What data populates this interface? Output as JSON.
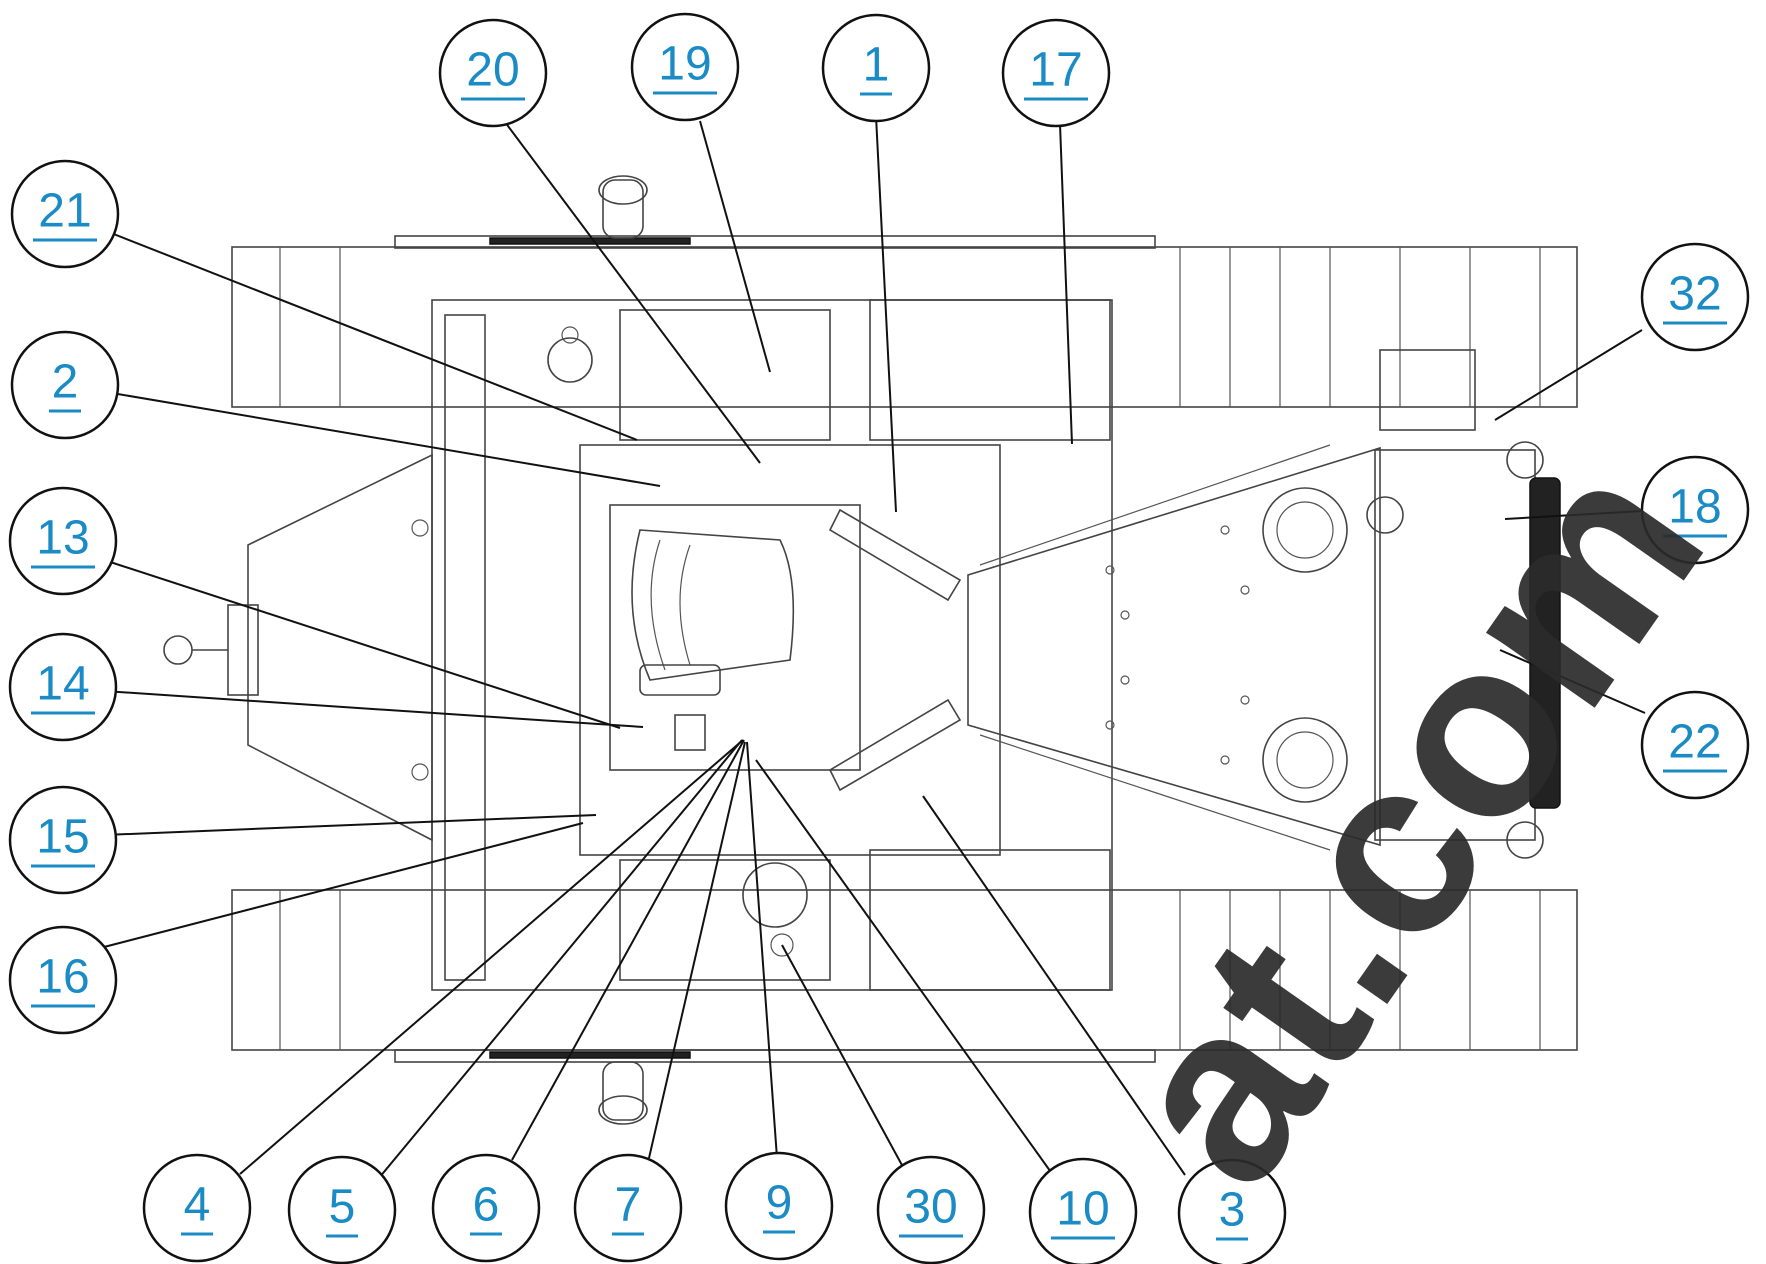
{
  "callouts": [
    {
      "id": "20",
      "label": "20"
    },
    {
      "id": "19",
      "label": "19"
    },
    {
      "id": "1",
      "label": "1"
    },
    {
      "id": "17",
      "label": "17"
    },
    {
      "id": "21",
      "label": "21"
    },
    {
      "id": "2",
      "label": "2"
    },
    {
      "id": "32",
      "label": "32"
    },
    {
      "id": "13",
      "label": "13"
    },
    {
      "id": "18",
      "label": "18"
    },
    {
      "id": "14",
      "label": "14"
    },
    {
      "id": "22",
      "label": "22"
    },
    {
      "id": "15",
      "label": "15"
    },
    {
      "id": "16",
      "label": "16"
    },
    {
      "id": "4",
      "label": "4"
    },
    {
      "id": "5",
      "label": "5"
    },
    {
      "id": "6",
      "label": "6"
    },
    {
      "id": "7",
      "label": "7"
    },
    {
      "id": "9",
      "label": "9"
    },
    {
      "id": "30",
      "label": "30"
    },
    {
      "id": "10",
      "label": "10"
    },
    {
      "id": "3",
      "label": "3"
    }
  ],
  "watermark": {
    "text": "at.com"
  },
  "colors": {
    "link": "#1a8bc4",
    "line": "#111111",
    "watermark": "#2b2b2b"
  }
}
